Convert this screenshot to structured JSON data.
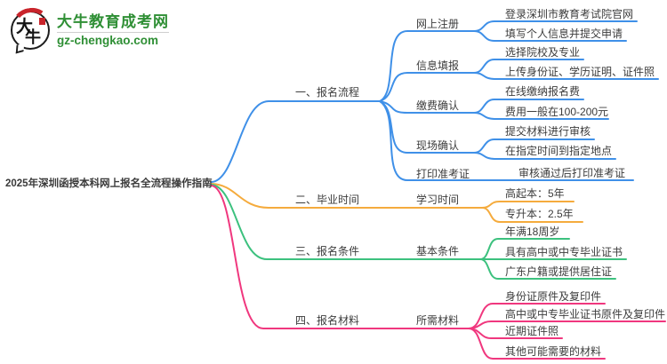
{
  "logo": {
    "badge_char1": "大",
    "badge_char2": "牛",
    "site_name": "大牛教育成考网",
    "site_domain": "gz-chengkao.com",
    "brand_green": "#2f8f35",
    "badge_red": "#c9242b"
  },
  "root": {
    "title": "2025年深圳函授本科网上报名全流程操作指南"
  },
  "colors": {
    "branch_blue": "#3f90e8",
    "branch_orange": "#f5ab3d",
    "branch_green": "#3cc17e",
    "branch_pink": "#f0377e",
    "text": "#3c3c3c"
  },
  "branches": [
    {
      "label": "一、报名流程",
      "color": "#3f90e8",
      "children": [
        {
          "label": "网上注册",
          "leaves": [
            "登录深圳市教育考试院官网",
            "填写个人信息并提交申请"
          ]
        },
        {
          "label": "信息填报",
          "leaves": [
            "选择院校及专业",
            "上传身份证、学历证明、证件照"
          ]
        },
        {
          "label": "缴费确认",
          "leaves": [
            "在线缴纳报名费",
            "费用一般在100-200元"
          ]
        },
        {
          "label": "现场确认",
          "leaves": [
            "提交材料进行审核",
            "在指定时间到指定地点"
          ]
        },
        {
          "label": "打印准考证",
          "leaves": [
            "审核通过后打印准考证"
          ]
        }
      ]
    },
    {
      "label": "二、毕业时间",
      "color": "#f5ab3d",
      "children": [
        {
          "label": "学习时间",
          "leaves": [
            "高起本：5年",
            "专升本：2.5年"
          ]
        }
      ]
    },
    {
      "label": "三、报名条件",
      "color": "#3cc17e",
      "children": [
        {
          "label": "基本条件",
          "leaves": [
            "年满18周岁",
            "具有高中或中专毕业证书",
            "广东户籍或提供居住证"
          ]
        }
      ]
    },
    {
      "label": "四、报名材料",
      "color": "#f0377e",
      "children": [
        {
          "label": "所需材料",
          "leaves": [
            "身份证原件及复印件",
            "高中或中专毕业证书原件及复印件",
            "近期证件照",
            "其他可能需要的材料"
          ]
        }
      ]
    }
  ]
}
